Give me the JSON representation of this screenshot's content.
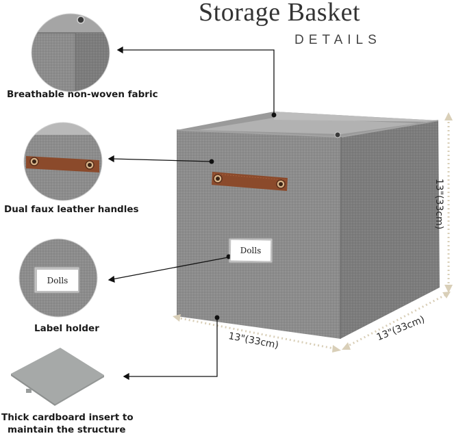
{
  "header": {
    "title": "Storage Basket",
    "subtitle": "DETAILS"
  },
  "features": [
    {
      "caption": "Breathable non-woven fabric",
      "icon": "fabric-corner-icon"
    },
    {
      "caption": "Dual faux leather handles",
      "icon": "leather-handle-icon"
    },
    {
      "caption": "Label holder",
      "icon": "label-holder-icon"
    },
    {
      "caption_line1": "Thick cardboard insert to",
      "caption_line2": "maintain the structure",
      "icon": "cardboard-insert-icon"
    }
  ],
  "basket": {
    "label_text": "Dolls",
    "circle_label_text": "Dolls"
  },
  "dimensions": {
    "height": "13\"(33cm)",
    "width": "13\"(33cm)",
    "depth": "13\"(33cm)"
  },
  "colors": {
    "fabric": "#8e8e8e",
    "fabric_dark": "#7a7a7a",
    "leather": "#8b4a2b",
    "dimension_line": "#d9cfb8",
    "pointer": "#111111"
  }
}
